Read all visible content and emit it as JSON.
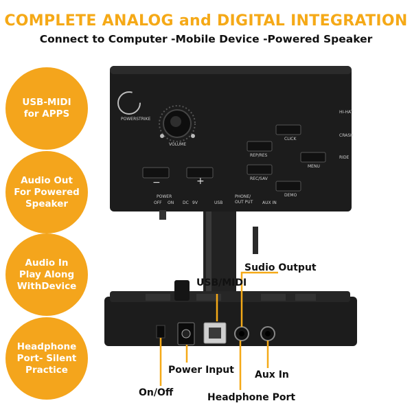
{
  "header": {
    "title": "COMPLETE ANALOG and DIGITAL INTEGRATION",
    "subtitle": "Connect to Computer -Mobile Device -Powered Speaker"
  },
  "features": [
    {
      "label": "USB-MIDI for APPS"
    },
    {
      "label": "Audio Out For Powered Speaker"
    },
    {
      "label": "Audio In Play Along WithDevice"
    },
    {
      "label": "Headphone Port- Silent Practice"
    }
  ],
  "panel": {
    "brand": "POWERSTRIKE",
    "volume": "VOLUME",
    "buttons": {
      "click": "CLICK",
      "rep_res": "REP/RES",
      "menu": "MENU",
      "rec_sav": "REC/SAV",
      "demo": "DEMO",
      "minus": "−",
      "plus": "+"
    },
    "side_labels": [
      "HI-HAT",
      "CRASH",
      "RIDE"
    ],
    "ports": {
      "power": "POWER",
      "off": "OFF",
      "on": "ON",
      "dc": "DC",
      "nine_v": "9V",
      "usb": "USB",
      "phone_out": "PHONE/ OUT PUT",
      "aux_in": "AUX IN"
    }
  },
  "callouts": {
    "audio_output": "Sudio Output",
    "usb_midi": "USB/MIDI",
    "power_input": "Power Input",
    "aux_in": "Aux In",
    "on_off": "On/Off",
    "headphone_port": "Headphone Port"
  },
  "colors": {
    "accent": "#f5a917",
    "device": "#1c1c1c"
  }
}
